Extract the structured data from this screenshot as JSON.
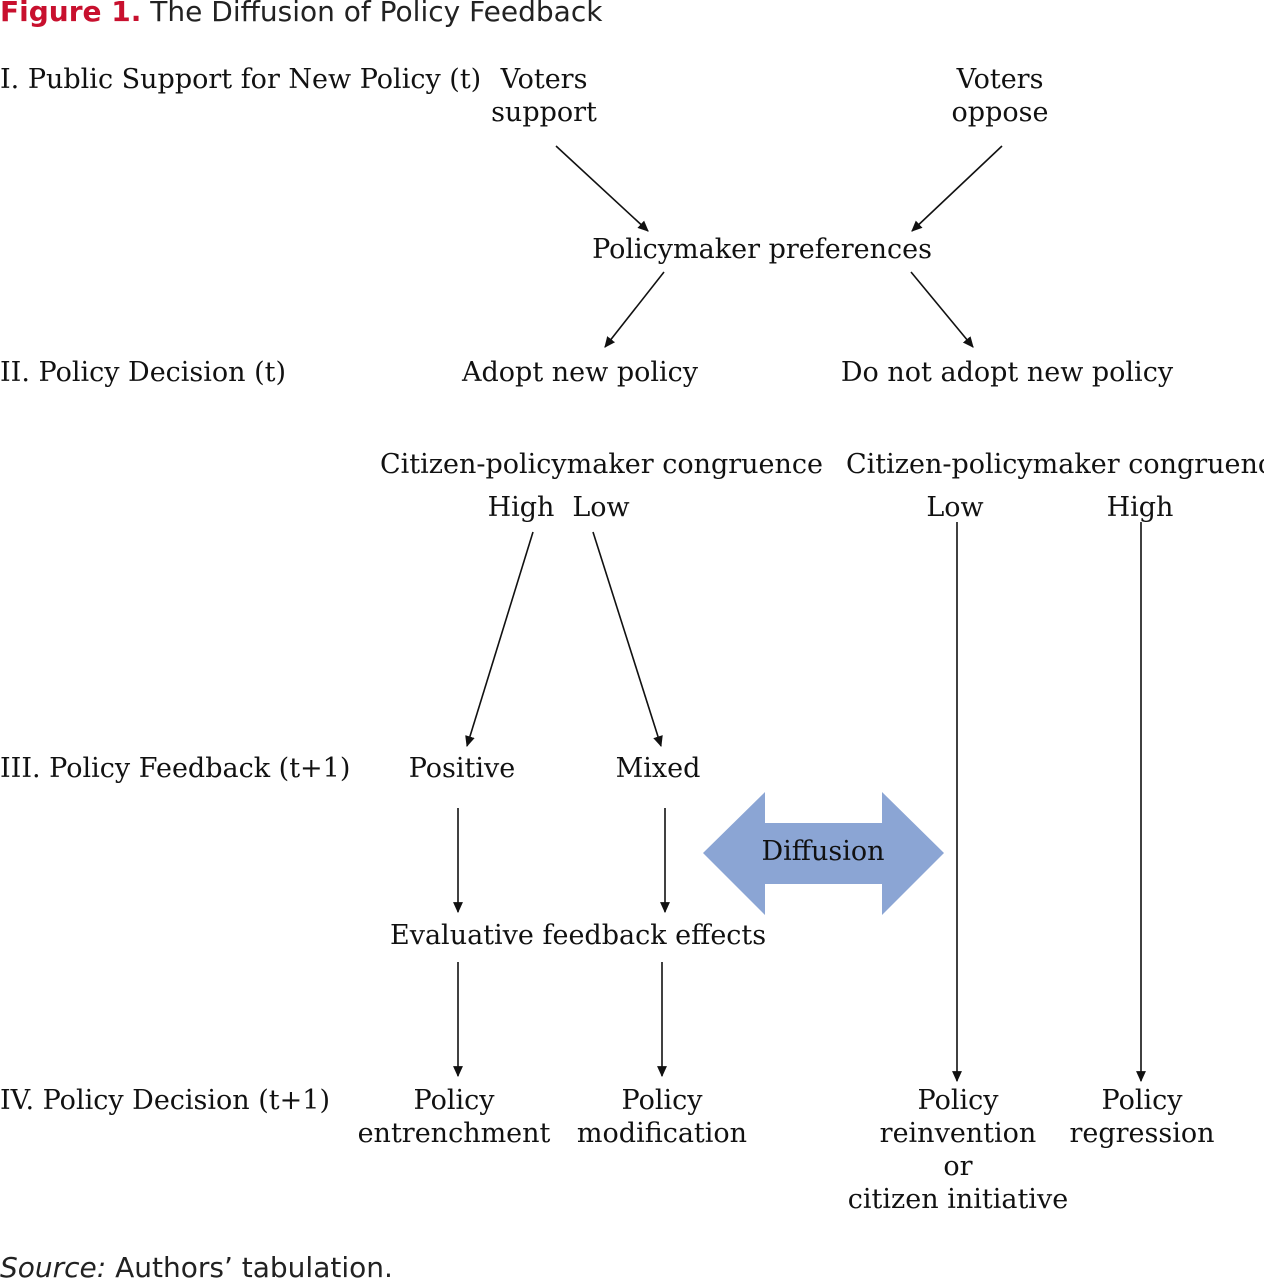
{
  "figure": {
    "number": "Figure 1.",
    "title": "The Diffusion of Policy Feedback"
  },
  "stages": {
    "stage1": "I. Public Support for New Policy (t)",
    "stage2": "II. Policy Decision (t)",
    "stage3": "III. Policy Feedback (t+1)",
    "stage4": "IV. Policy Decision (t+1)"
  },
  "nodes": {
    "voters_support": [
      "Voters",
      "support"
    ],
    "voters_oppose": [
      "Voters",
      "oppose"
    ],
    "policymaker_preferences": "Policymaker preferences",
    "adopt": "Adopt new policy",
    "not_adopt": "Do not adopt new policy",
    "congruence_left": "Citizen-policymaker congruence",
    "congruence_right": "Citizen-policymaker congruence",
    "left_high": "High",
    "left_low": "Low",
    "right_low": "Low",
    "right_high": "High",
    "positive": "Positive",
    "mixed": "Mixed",
    "evaluative": "Evaluative feedback effects",
    "diffusion": "Diffusion",
    "entrenchment": [
      "Policy",
      "entrenchment"
    ],
    "modification": [
      "Policy",
      "modification"
    ],
    "reinvention": [
      "Policy",
      "reinvention",
      "or",
      "citizen initiative"
    ],
    "regression": [
      "Policy",
      "regression"
    ]
  },
  "colors": {
    "figure_number": "#c8102e",
    "diffusion_arrow": "#8ba5d4",
    "text": "#111111"
  },
  "source": {
    "label": "Source:",
    "text": " Authors’ tabulation."
  }
}
